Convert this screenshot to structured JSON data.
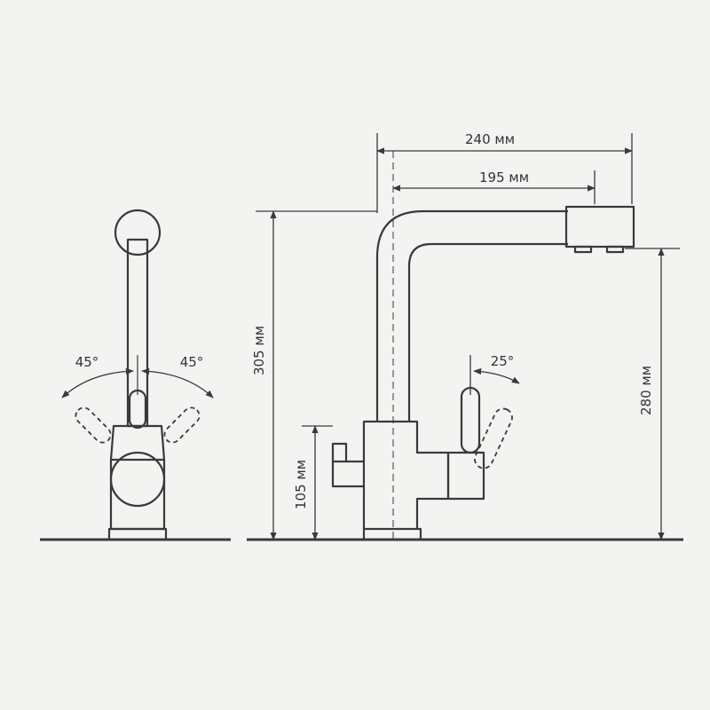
{
  "colors": {
    "background": "#f3f3f1",
    "line": "#3a3a3a",
    "text": "#333333"
  },
  "dimensions": {
    "width_top": "240 мм",
    "width_spout": "195 мм",
    "height_total": "305 мм",
    "height_spout": "280 мм",
    "height_filter": "105 мм"
  },
  "angles": {
    "left": "45°",
    "right": "45°",
    "side_lever": "25°"
  }
}
